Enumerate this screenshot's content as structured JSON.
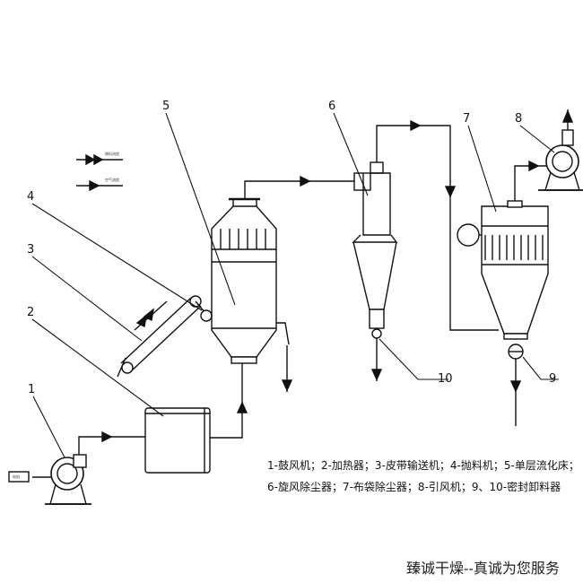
{
  "labels": {
    "n1": "1",
    "n2": "2",
    "n3": "3",
    "n4": "4",
    "n5": "5",
    "n6": "6",
    "n7": "7",
    "n8": "8",
    "n9": "9",
    "n10": "10"
  },
  "legend": {
    "line1": "1-鼓风机；2-加热器；3-皮带输送机；4-抛料机；5-单层流化床；",
    "line2": "6-旋风除尘器；7-布袋除尘器；8-引风机；9、10-密封卸料器"
  },
  "key": {
    "material_flow": "物料流程",
    "air_flow": "空气流程"
  },
  "motor_tag": "电机",
  "footer": "臻诚干燥--真诚为您服务"
}
